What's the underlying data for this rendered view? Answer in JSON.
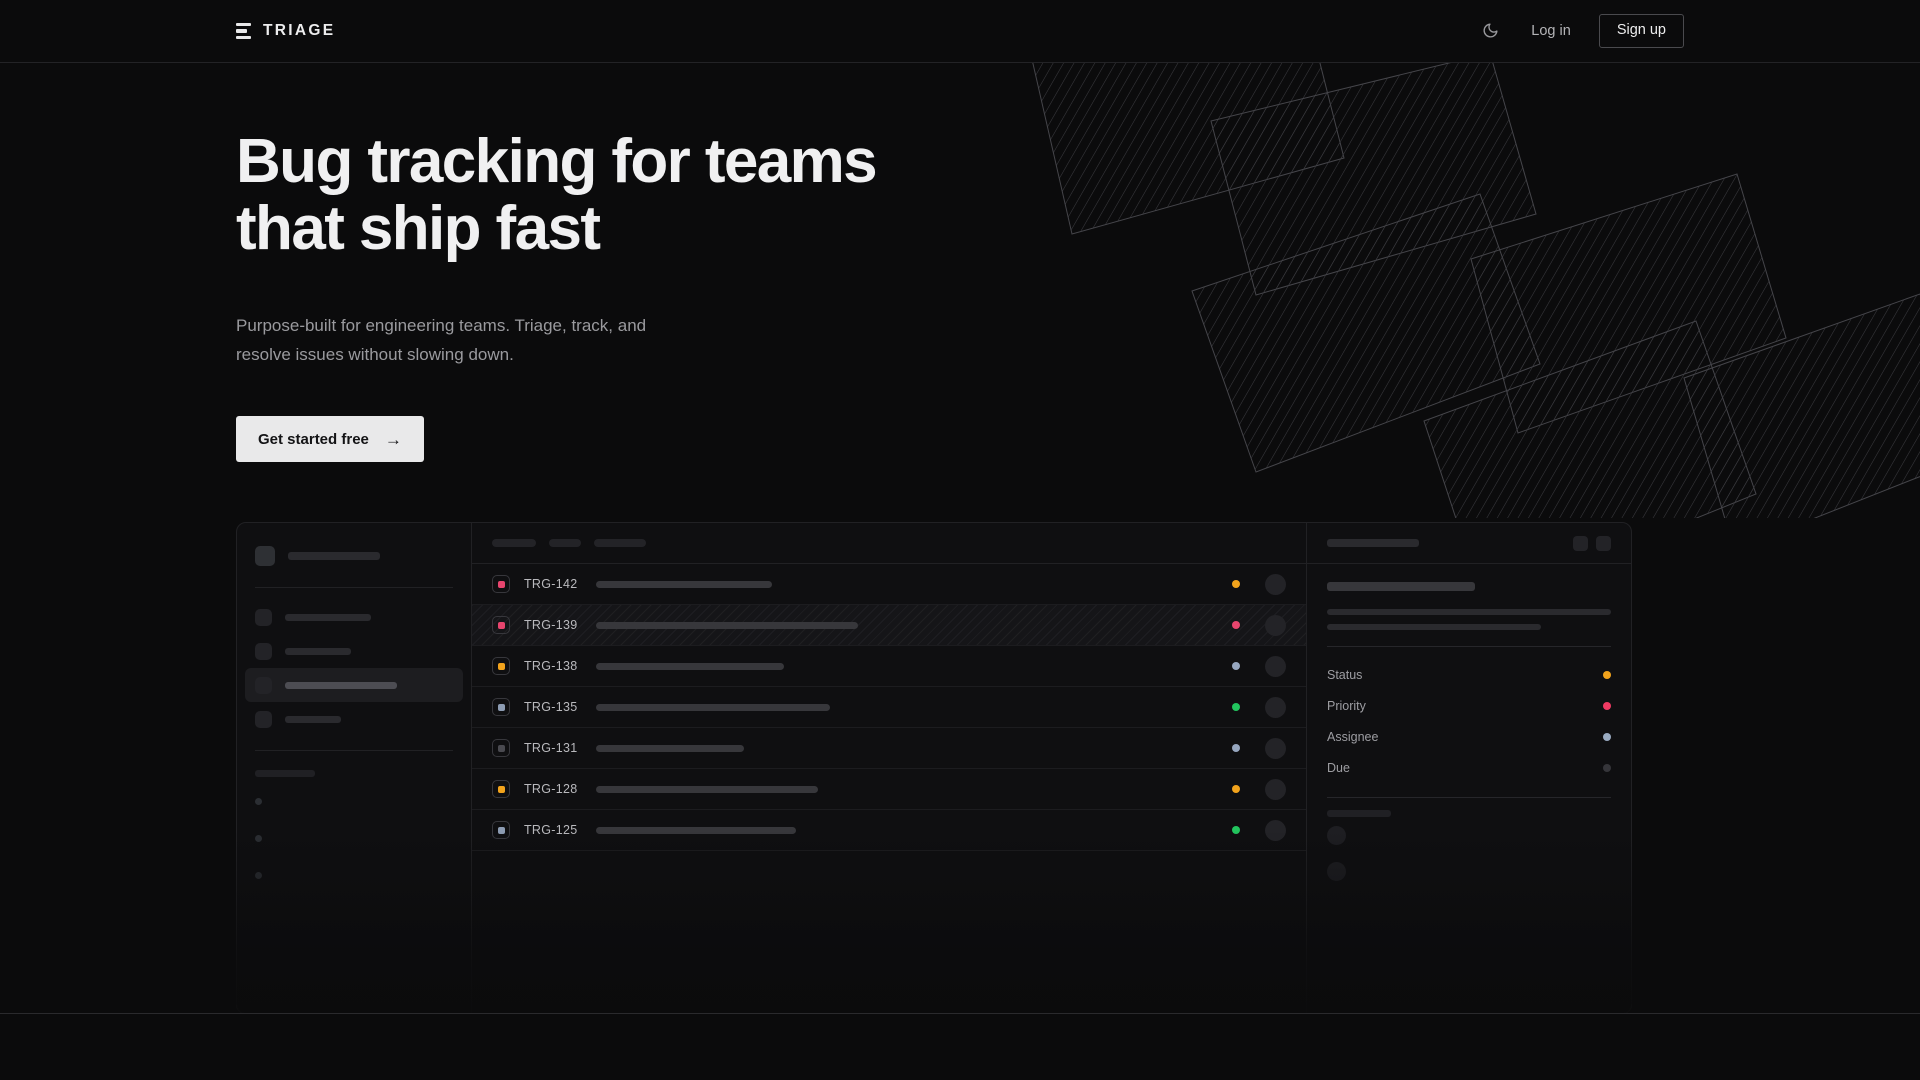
{
  "header": {
    "brand_name": "TRIAGE",
    "brand_icon": "triage-bars-logo",
    "theme_icon": "moon-icon",
    "login_label": "Log in",
    "signup_label": "Sign up"
  },
  "hero": {
    "title_line1": "Bug tracking for teams",
    "title_line2": "that ship fast",
    "subtitle_line1": "Purpose-built for engineering teams. Triage, track, and",
    "subtitle_line2": "resolve issues without slowing down.",
    "cta_label": "Get started free",
    "cta_icon": "arrow-right-icon"
  },
  "decor": {
    "name": "diagonal-hatched-panels-artwork"
  },
  "mockup": {
    "sidebar": {
      "header_skeleton_width": 92,
      "nav_items": [
        {
          "label_width": 86,
          "selected": false
        },
        {
          "label_width": 66,
          "selected": false
        },
        {
          "label_width": 112,
          "selected": true
        },
        {
          "label_width": 56,
          "selected": false
        }
      ],
      "section_label_width": 60,
      "dot_items": 3
    },
    "toolbar_pills": [
      44,
      32,
      52
    ],
    "issues": [
      {
        "id": "TRG-142",
        "badge_color": "#e8456e",
        "title_width": 176,
        "status_color": "#f2a31c",
        "highlighted": false
      },
      {
        "id": "TRG-139",
        "badge_color": "#e8456e",
        "title_width": 262,
        "status_color": "#e8456e",
        "highlighted": true
      },
      {
        "id": "TRG-138",
        "badge_color": "#f2a31c",
        "title_width": 188,
        "status_color": "#96a6bf",
        "highlighted": false
      },
      {
        "id": "TRG-135",
        "badge_color": "#8d9cb3",
        "title_width": 234,
        "status_color": "#22c55e",
        "highlighted": false
      },
      {
        "id": "TRG-131",
        "badge_color": "#4a4a50",
        "title_width": 148,
        "status_color": "#96a6bf",
        "highlighted": false
      },
      {
        "id": "TRG-128",
        "badge_color": "#f2a31c",
        "title_width": 222,
        "status_color": "#f2a31c",
        "highlighted": false
      },
      {
        "id": "TRG-125",
        "badge_color": "#8d9cb3",
        "title_width": 200,
        "status_color": "#22c55e",
        "highlighted": false
      }
    ],
    "detail": {
      "header_skeleton_width": 92,
      "title_skeleton_width": 148,
      "body_line1_width": 284,
      "body_line2_width": 214,
      "fields": [
        {
          "label": "Status",
          "dot_color": "#f2a31c"
        },
        {
          "label": "Priority",
          "dot_color": "#f03a63"
        },
        {
          "label": "Assignee",
          "dot_color": "#9aabc2"
        },
        {
          "label": "Due",
          "dot_color": "#35353a"
        }
      ],
      "activity_label_width": 64,
      "activity_avatars": 2
    }
  },
  "colors": {
    "background": "#0b0b0c",
    "surface": "#0f0f11",
    "border": "#212124",
    "text_primary": "#f0f0f1",
    "text_muted": "#9a9a9e",
    "accent_button": "#e9e9ea",
    "status_orange": "#f2a31c",
    "status_pink": "#e8456e",
    "status_green": "#22c55e",
    "status_blue_gray": "#96a6bf"
  }
}
